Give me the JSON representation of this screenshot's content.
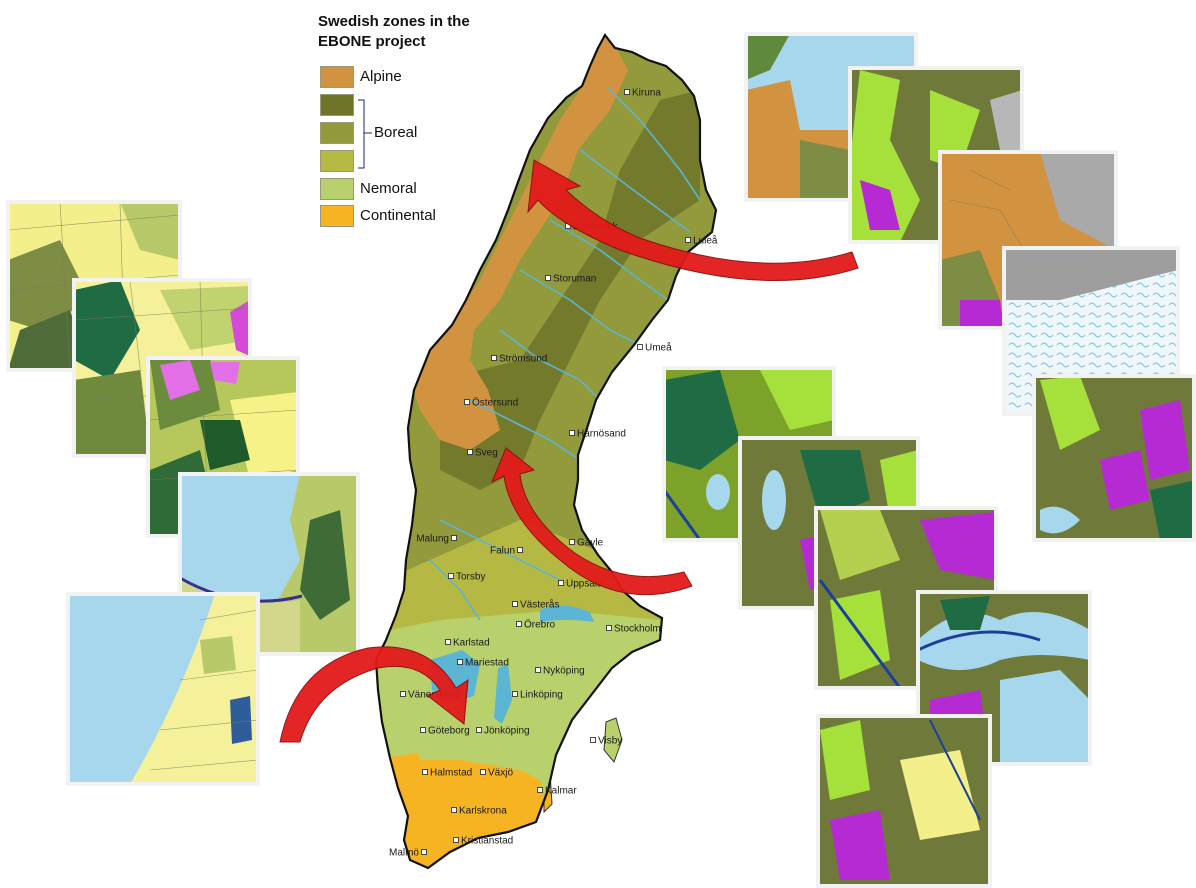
{
  "legend": {
    "title_line1": "Swedish zones in the",
    "title_line2": "EBONE project",
    "items": [
      {
        "label": "Alpine",
        "color": "#d29340"
      },
      {
        "label": "",
        "color": "#6e7428"
      },
      {
        "label": "Boreal",
        "color": "#939a3c"
      },
      {
        "label": "",
        "color": "#b5b944"
      },
      {
        "label": "Nemoral",
        "color": "#b9d16c"
      },
      {
        "label": "Continental",
        "color": "#f6b422"
      }
    ]
  },
  "cities": [
    {
      "name": "Kiruna"
    },
    {
      "name": "Jokkmokk"
    },
    {
      "name": "Luleå"
    },
    {
      "name": "Storuman"
    },
    {
      "name": "Strömsund"
    },
    {
      "name": "Umeå"
    },
    {
      "name": "Östersund"
    },
    {
      "name": "Härnösand"
    },
    {
      "name": "Sveg"
    },
    {
      "name": "Malung"
    },
    {
      "name": "Falun"
    },
    {
      "name": "Gävle"
    },
    {
      "name": "Torsby"
    },
    {
      "name": "Uppsala"
    },
    {
      "name": "Västerås"
    },
    {
      "name": "Karlstad"
    },
    {
      "name": "Örebro"
    },
    {
      "name": "Stockholm"
    },
    {
      "name": "Mariestad"
    },
    {
      "name": "Nyköping"
    },
    {
      "name": "Vänersborg"
    },
    {
      "name": "Linköping"
    },
    {
      "name": "Göteborg"
    },
    {
      "name": "Jönköping"
    },
    {
      "name": "Visby"
    },
    {
      "name": "Halmstad"
    },
    {
      "name": "Växjö"
    },
    {
      "name": "Kalmar"
    },
    {
      "name": "Karlskrona"
    },
    {
      "name": "Kristianstad"
    },
    {
      "name": "Malmö"
    }
  ],
  "map_colors": {
    "alpine": "#d29340",
    "boreal_dark": "#6e7428",
    "boreal_mid": "#939a3c",
    "boreal_light": "#b5b944",
    "nemoral": "#b9d16c",
    "continental": "#f6b422",
    "water": "#5bb5d3",
    "sea": "#a9dcee",
    "arrow": "#e31a1a"
  }
}
